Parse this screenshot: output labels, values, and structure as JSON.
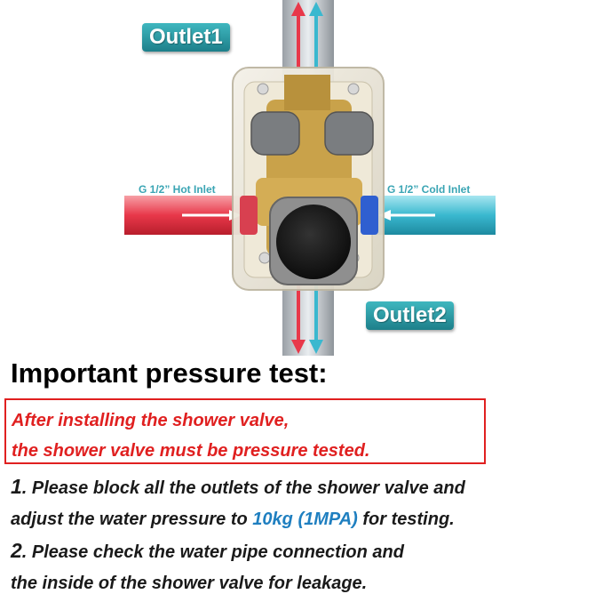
{
  "diagram": {
    "outlet1_label": "Outlet1",
    "outlet2_label": "Outlet2",
    "hot_inlet_label": "G 1/2” Hot Inlet",
    "cold_inlet_label": "G 1/2” Cold Inlet",
    "colors": {
      "hot": "#e8384a",
      "cold": "#3ab8cf",
      "badge": "#2a98a3",
      "brass": "#c9a24a",
      "knob": "#1e1e1e"
    }
  },
  "notice": {
    "heading": "Important pressure test:",
    "warning_line1": "After installing the shower valve,",
    "warning_line2": "the shower valve must be pressure tested.",
    "step1_number": "1",
    "step1_line1": ". Please block all the outlets of the shower valve and",
    "step1_line2_start": "adjust the water pressure to ",
    "step1_highlight": "10kg (1MPA)",
    "step1_line2_end": " for testing.",
    "step2_number": "2",
    "step2_line1": ". Please check the water pipe connection and",
    "step2_line2": "the inside of the shower valve for leakage.",
    "colors": {
      "warning": "#e02020",
      "highlight": "#1f7fc0"
    }
  }
}
